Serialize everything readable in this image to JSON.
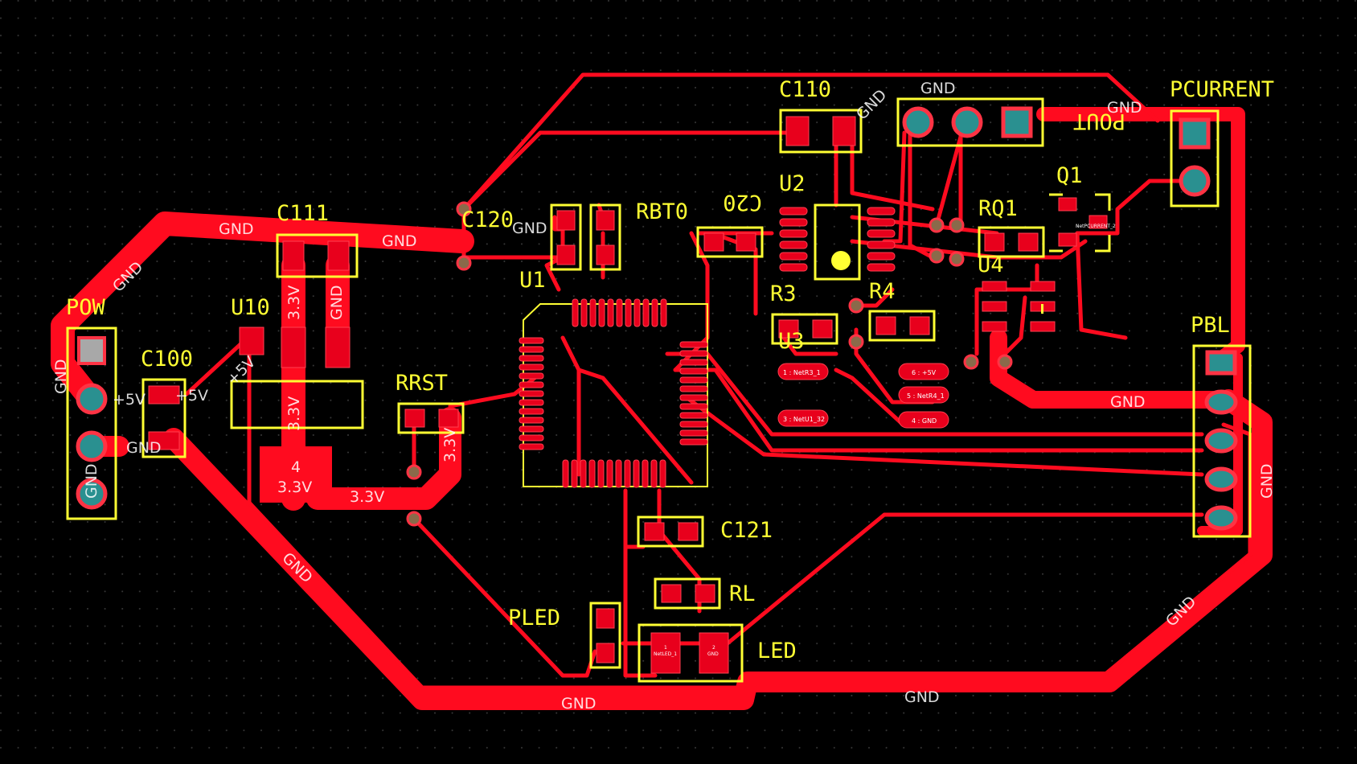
{
  "colors": {
    "background": "#000000",
    "copper": "#ff0b1f",
    "silkscreen": "#ffff33",
    "via": "#8a6a4a",
    "hole": "#2a9090"
  },
  "designators": {
    "pow": "POW",
    "c100": "C100",
    "u10": "U10",
    "c111": "C111",
    "c120": "C120",
    "u1": "U1",
    "rbt0": "RBT0",
    "c20": "C20",
    "c110": "C110",
    "u2": "U2",
    "pout": "POUT",
    "pcurrent": "PCURRENT",
    "q1": "Q1",
    "rq1": "RQ1",
    "u4": "U4",
    "r3": "R3",
    "u3": "U3",
    "r4": "R4",
    "rrst": "RRST",
    "pbl": "PBL",
    "c121": "C121",
    "rl": "RL",
    "pled": "PLED",
    "led": "LED"
  },
  "nets": {
    "gnd": "GND",
    "v33": "3.3V",
    "v5": "+5V",
    "u10_tab_pin": "4",
    "u3_p1": "1 : NetR3_1",
    "u3_p3": "3 : NetU1_32",
    "u4_p6": "6 : +5V",
    "u4_p5": "5 : NetR4_1",
    "u4_p4": "4 : GND",
    "led_p1": "1",
    "led_p1_net": "NetLED_1",
    "led_p2": "2",
    "led_p2_net": "GND",
    "q1_net": "NetPCURRENT_2"
  }
}
